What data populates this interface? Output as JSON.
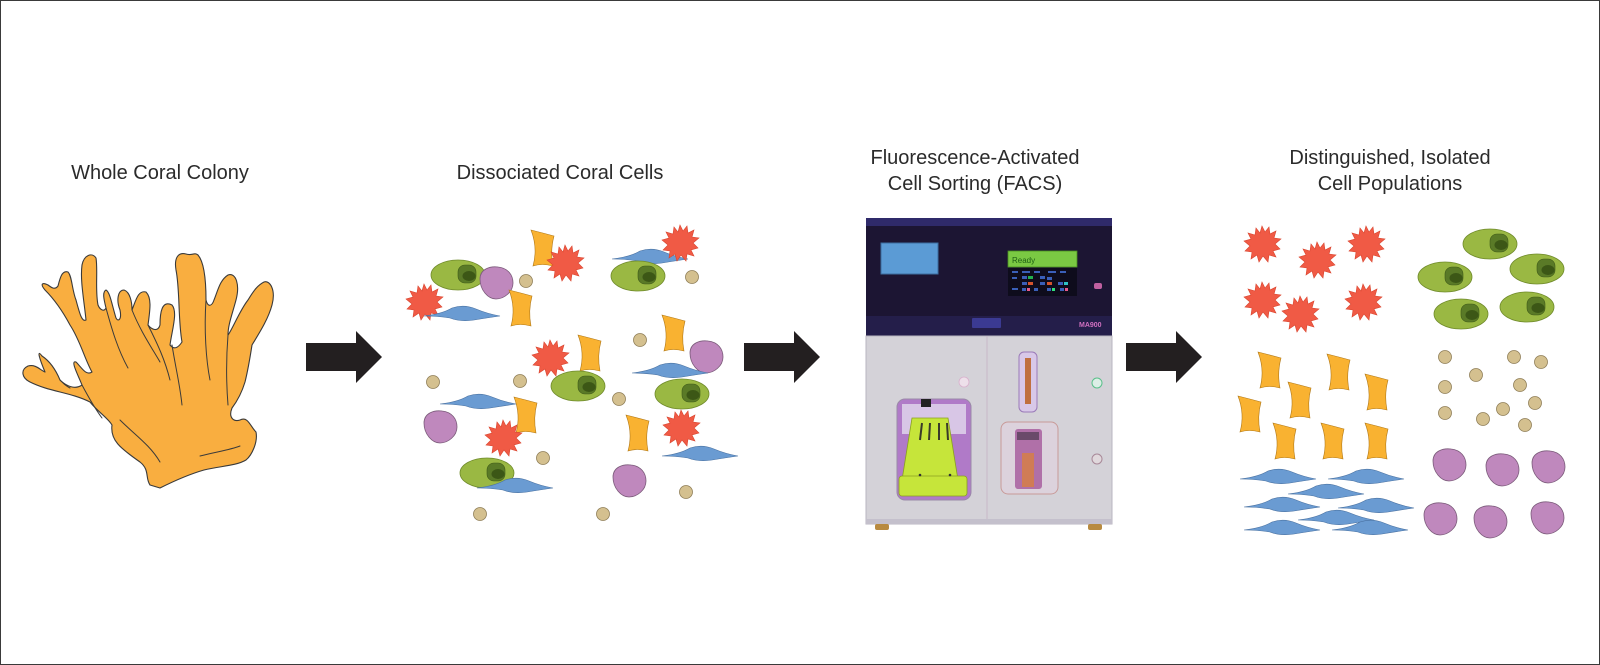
{
  "diagram": {
    "type": "process-flow",
    "stages": [
      {
        "id": "whole-coral-colony",
        "title": "Whole Coral Colony",
        "graphic": "coral-colony-illustration"
      },
      {
        "id": "dissociated-coral-cells",
        "title": "Dissociated Coral Cells",
        "graphic": "mixed-cell-population"
      },
      {
        "id": "facs",
        "title": "Fluorescence-Activated\nCell Sorting (FACS)",
        "graphic": "facs-instrument-photo"
      },
      {
        "id": "isolated-populations",
        "title": "Distinguished, Isolated\nCell Populations",
        "graphic": "sorted-cell-groups"
      }
    ],
    "arrows": [
      {
        "from": "whole-coral-colony",
        "to": "dissociated-coral-cells",
        "icon": "right-arrow-icon"
      },
      {
        "from": "dissociated-coral-cells",
        "to": "facs",
        "icon": "right-arrow-icon"
      },
      {
        "from": "facs",
        "to": "isolated-populations",
        "icon": "right-arrow-icon"
      }
    ],
    "cell_types": [
      {
        "name": "red-spiky-cell",
        "color": "#f05a45"
      },
      {
        "name": "green-nucleated-cell",
        "color": "#9ab843"
      },
      {
        "name": "purple-round-cell",
        "color": "#bf88bd"
      },
      {
        "name": "tan-small-cell",
        "color": "#d4c08f"
      },
      {
        "name": "orange-concave-cell",
        "color": "#f9b231"
      },
      {
        "name": "blue-spindle-cell",
        "color": "#6a9bd2"
      }
    ],
    "instrument": {
      "status_text": "Ready",
      "model_label": "MA900",
      "display_color": "#7ac943",
      "screen_color": "#5b9bd5"
    },
    "colors": {
      "coral": "#f9ae40",
      "arrow": "#231f20",
      "title_text": "#2b2b2b"
    }
  }
}
